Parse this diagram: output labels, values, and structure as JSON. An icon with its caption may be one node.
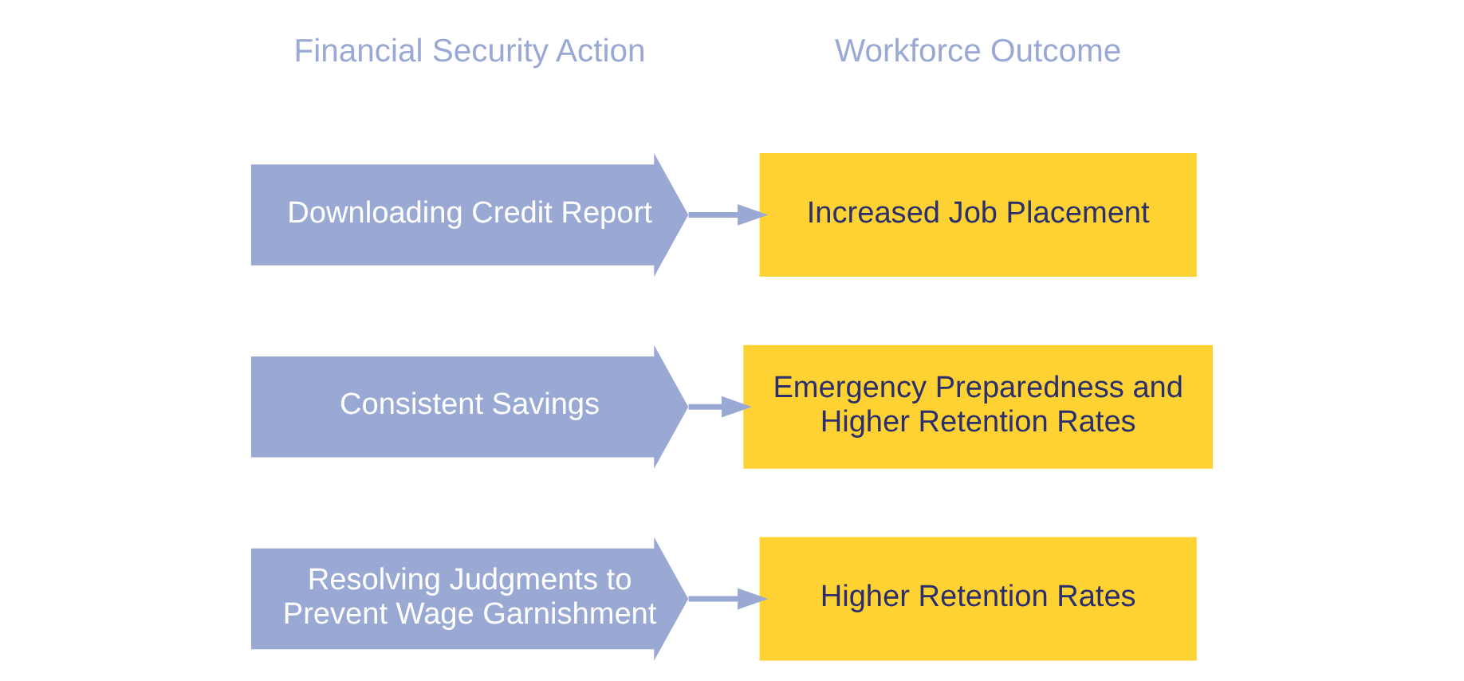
{
  "diagram": {
    "nodes": [
      {
        "text": [
          "Downloading Credit Report"
        ]
      },
      {
        "text": [
          "Increased Job Placement"
        ]
      },
      {
        "text": [
          "Consistent Savings"
        ]
      },
      {
        "text": [
          "Emergency Preparedness and Higher Retention Rates"
        ]
      },
      {
        "text": [
          "Resolving Judgments to Prevent Wage Garnishment"
        ]
      },
      {
        "text": [
          "Higher Retention Rates"
        ]
      }
    ],
    "edges": [
      {
        "from": 0,
        "to": 1,
        "arrow": "to"
      },
      {
        "from": 2,
        "to": 3,
        "arrow": "to"
      },
      {
        "from": 4,
        "to": 5,
        "arrow": "to"
      }
    ],
    "labels": [
      "Financial Security Action",
      "Workforce Outcome"
    ]
  }
}
